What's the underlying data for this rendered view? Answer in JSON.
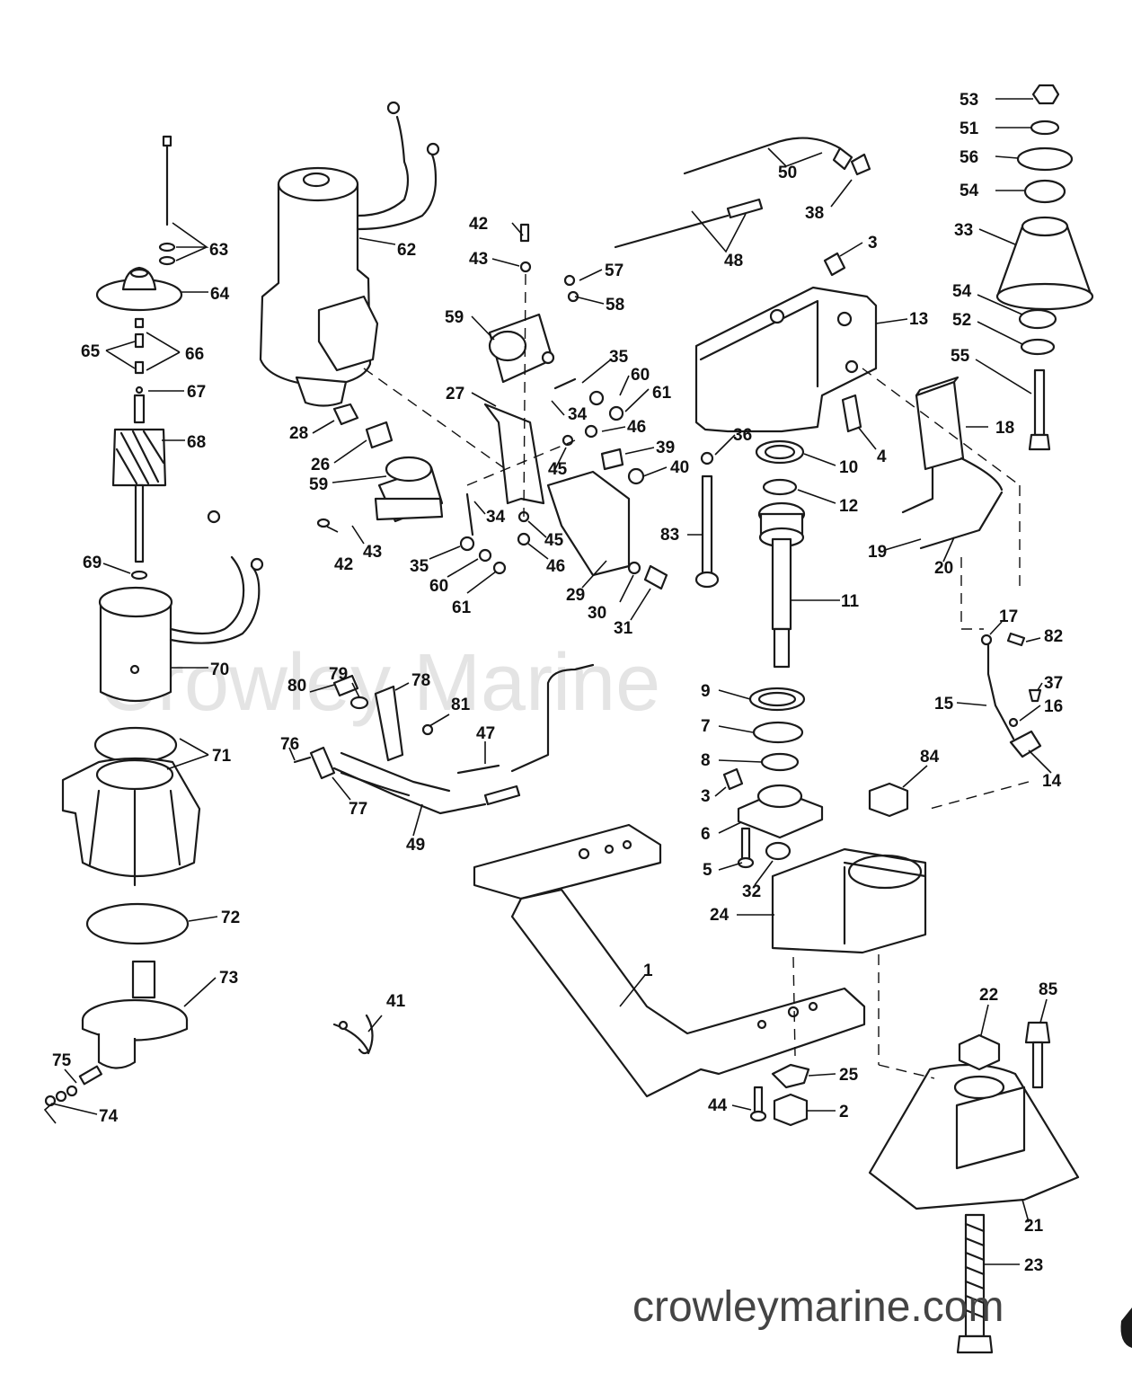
{
  "watermark_text": "Crowley Marine",
  "footer_text": "crowleymarine.com",
  "colors": {
    "ink": "#1a1a1a",
    "watermark": "#cfcfcf",
    "footer": "#444444"
  },
  "callouts": [
    {
      "n": "53"
    },
    {
      "n": "51"
    },
    {
      "n": "56"
    },
    {
      "n": "54"
    },
    {
      "n": "33"
    },
    {
      "n": "54"
    },
    {
      "n": "52"
    },
    {
      "n": "55"
    },
    {
      "n": "50"
    },
    {
      "n": "38"
    },
    {
      "n": "48"
    },
    {
      "n": "3"
    },
    {
      "n": "13"
    },
    {
      "n": "63"
    },
    {
      "n": "62"
    },
    {
      "n": "42"
    },
    {
      "n": "43"
    },
    {
      "n": "57"
    },
    {
      "n": "58"
    },
    {
      "n": "59"
    },
    {
      "n": "64"
    },
    {
      "n": "65"
    },
    {
      "n": "66"
    },
    {
      "n": "67"
    },
    {
      "n": "35"
    },
    {
      "n": "60"
    },
    {
      "n": "61"
    },
    {
      "n": "27"
    },
    {
      "n": "34"
    },
    {
      "n": "46"
    },
    {
      "n": "39"
    },
    {
      "n": "40"
    },
    {
      "n": "45"
    },
    {
      "n": "28"
    },
    {
      "n": "26"
    },
    {
      "n": "59"
    },
    {
      "n": "68"
    },
    {
      "n": "36"
    },
    {
      "n": "10"
    },
    {
      "n": "4"
    },
    {
      "n": "18"
    },
    {
      "n": "12"
    },
    {
      "n": "34"
    },
    {
      "n": "45"
    },
    {
      "n": "46"
    },
    {
      "n": "42"
    },
    {
      "n": "43"
    },
    {
      "n": "35"
    },
    {
      "n": "60"
    },
    {
      "n": "61"
    },
    {
      "n": "29"
    },
    {
      "n": "30"
    },
    {
      "n": "31"
    },
    {
      "n": "83"
    },
    {
      "n": "19"
    },
    {
      "n": "20"
    },
    {
      "n": "11"
    },
    {
      "n": "69"
    },
    {
      "n": "17"
    },
    {
      "n": "82"
    },
    {
      "n": "70"
    },
    {
      "n": "37"
    },
    {
      "n": "80"
    },
    {
      "n": "79"
    },
    {
      "n": "78"
    },
    {
      "n": "81"
    },
    {
      "n": "9"
    },
    {
      "n": "15"
    },
    {
      "n": "16"
    },
    {
      "n": "47"
    },
    {
      "n": "7"
    },
    {
      "n": "71"
    },
    {
      "n": "76"
    },
    {
      "n": "77"
    },
    {
      "n": "8"
    },
    {
      "n": "84"
    },
    {
      "n": "14"
    },
    {
      "n": "3"
    },
    {
      "n": "49"
    },
    {
      "n": "6"
    },
    {
      "n": "5"
    },
    {
      "n": "32"
    },
    {
      "n": "24"
    },
    {
      "n": "72"
    },
    {
      "n": "1"
    },
    {
      "n": "73"
    },
    {
      "n": "22"
    },
    {
      "n": "85"
    },
    {
      "n": "41"
    },
    {
      "n": "75"
    },
    {
      "n": "25"
    },
    {
      "n": "74"
    },
    {
      "n": "44"
    },
    {
      "n": "2"
    },
    {
      "n": "21"
    },
    {
      "n": "23"
    }
  ]
}
